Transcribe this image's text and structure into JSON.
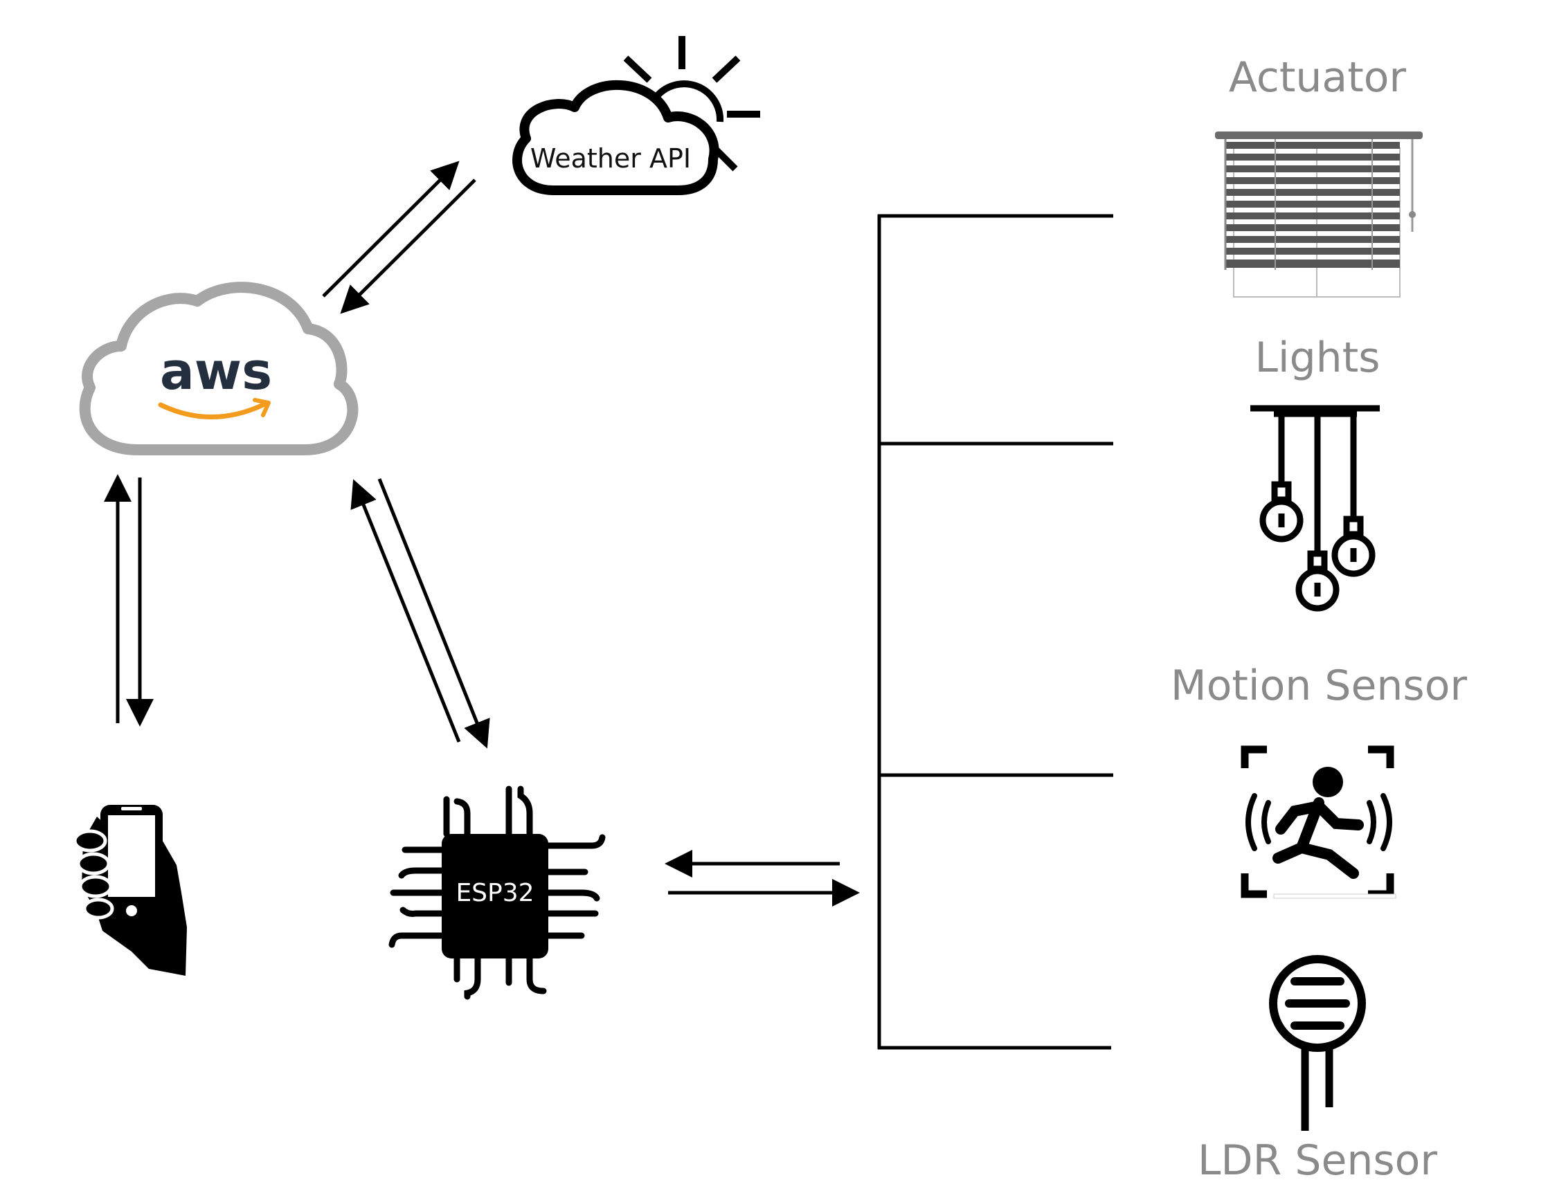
{
  "nodes": {
    "weather": {
      "label": "Weather API"
    },
    "aws": {
      "logo_text": "aws"
    },
    "esp32": {
      "label": "ESP32"
    },
    "phone": {}
  },
  "devices": [
    {
      "label": "Actuator"
    },
    {
      "label": "Lights"
    },
    {
      "label": "Motion Sensor"
    },
    {
      "label": "LDR Sensor"
    }
  ],
  "colors": {
    "line": "#000000",
    "label_gray": "#8a8a8a",
    "aws_cloud_gray": "#a6a6a6",
    "aws_text": "#232f3e",
    "aws_smile": "#f29b1d"
  },
  "connections": [
    {
      "from": "aws",
      "to": "weather",
      "direction": "bidirectional"
    },
    {
      "from": "aws",
      "to": "phone",
      "direction": "bidirectional"
    },
    {
      "from": "aws",
      "to": "esp32",
      "direction": "bidirectional"
    },
    {
      "from": "esp32",
      "to": "devices",
      "direction": "bidirectional"
    }
  ]
}
